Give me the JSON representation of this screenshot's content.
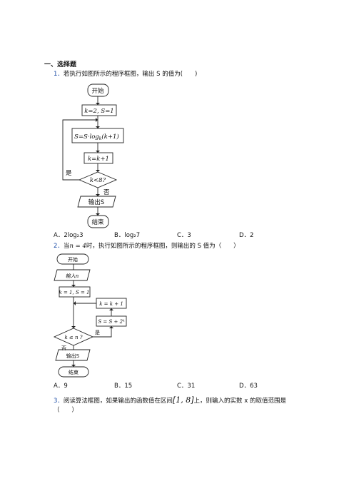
{
  "section": "一、选择题",
  "q1": {
    "num": "1．",
    "text": "若执行如图所示的程序框图，输出 S 的值为(　　)",
    "flow": {
      "start": "开始",
      "init": "k=2, S=1",
      "assign": "S=S·log",
      "assign_sub": "k",
      "assign_tail": "(k+1)",
      "incr": "k=k+1",
      "cond": "k<8?",
      "yes": "是",
      "no": "否",
      "out": "输出S",
      "end": "结束"
    },
    "options": [
      "A．2log₂3",
      "B．log₂7",
      "C．3",
      "D．2"
    ]
  },
  "q2": {
    "num": "2．",
    "text_pre": "当",
    "text_math": "n = 4",
    "text_post": "时，执行如图所示的程序框图，则输出的 S 值为（　　）",
    "flow": {
      "start": "开始",
      "input": "输入n",
      "init": "k = 1, S = 1",
      "incr": "k = k + 1",
      "assign": "S = S + 2ᵏ",
      "cond": "k ≤ n ?",
      "yes": "是",
      "no": "否",
      "out": "输出S",
      "end": "结束"
    },
    "options": [
      "A．9",
      "B．15",
      "C．31",
      "D．63"
    ]
  },
  "q3": {
    "num": "3．",
    "text_pre": "阅读算法框图，如果输出的函数值在区间",
    "interval": "[1, 8]",
    "text_post": "上，则输入的实数 x 的取值范围是",
    "paren": "（　　）"
  }
}
